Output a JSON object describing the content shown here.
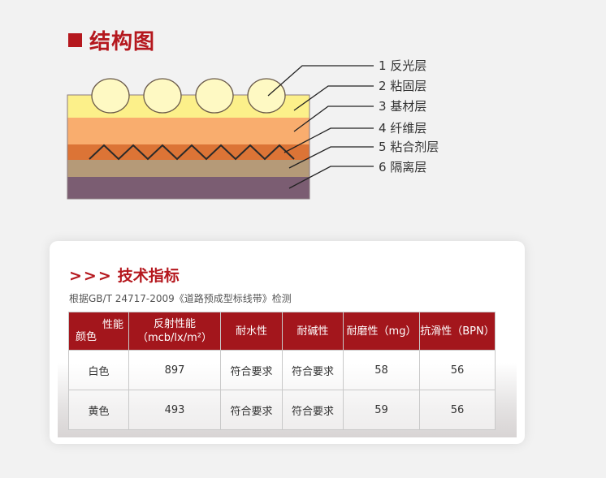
{
  "structure": {
    "title": "结构图",
    "layers": [
      {
        "label": "1 反光层",
        "color": "#fcf08a"
      },
      {
        "label": "2 粘固层",
        "color": "#f9ad6e"
      },
      {
        "label": "3 基材层",
        "color": "#dc7436"
      },
      {
        "label": "4 纤维层",
        "color": "#b59a78"
      },
      {
        "label": "5 粘合剂层",
        "color": "#7b5d72"
      },
      {
        "label": "6 隔离层",
        "color": "#7b5d72"
      }
    ],
    "bead_color": "#fef9c3"
  },
  "spec": {
    "arrows": ">>>",
    "title": "技术指标",
    "subtitle": "根据GB/T 24717-2009《道路预成型标线带》检测",
    "header": {
      "corner_top": "性能",
      "corner_bottom": "颜色",
      "col1_line1": "反射性能",
      "col1_line2": "（mcb/lx/m²）",
      "col2": "耐水性",
      "col3": "耐碱性",
      "col4": "耐磨性（mg）",
      "col5": "抗滑性（BPN）"
    },
    "rows": [
      {
        "color": "白色",
        "reflect": "897",
        "water": "符合要求",
        "alkali": "符合要求",
        "wear": "58",
        "skid": "56"
      },
      {
        "color": "黄色",
        "reflect": "493",
        "water": "符合要求",
        "alkali": "符合要求",
        "wear": "59",
        "skid": "56"
      }
    ]
  },
  "colors": {
    "accent": "#b5181e",
    "header_bg": "#a3161c"
  }
}
